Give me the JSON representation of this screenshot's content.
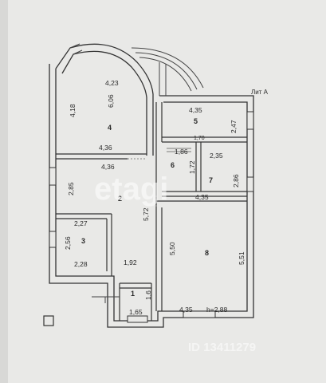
{
  "plan": {
    "lit_label": "Лит А",
    "height_note": "h=2,88",
    "rooms": [
      {
        "id": "room-1",
        "number": "1"
      },
      {
        "id": "room-2",
        "number": "2"
      },
      {
        "id": "room-3",
        "number": "3"
      },
      {
        "id": "room-4",
        "number": "4"
      },
      {
        "id": "room-5",
        "number": "5"
      },
      {
        "id": "room-6",
        "number": "6"
      },
      {
        "id": "room-7",
        "number": "7"
      },
      {
        "id": "room-8",
        "number": "8"
      }
    ],
    "dimensions": {
      "r4_top": "4,23",
      "r4_height": "6,06",
      "r4_left": "4,18",
      "r4_bottom": "4,36",
      "r5_top": "4,35",
      "r5_right": "2,47",
      "r5_bottom": "1,70",
      "r6_top": "1,86",
      "r6_side": "1,72",
      "r7_top": "2,35",
      "r7_right": "2,86",
      "r2_top": "4,36",
      "r2_left": "2,85",
      "r2_right": "5,72",
      "r2_bottom": "1,92",
      "r3_top": "2,27",
      "r3_left": "2,56",
      "r3_bottom": "2,28",
      "r8_top": "4,35",
      "r8_left": "5,50",
      "r8_right": "5,51",
      "r8_bottom": "4,35",
      "r1_side": "1,6",
      "r1_bottom": "1,65"
    }
  },
  "watermark": {
    "logo": "etagi",
    "listing": "ID 13411279"
  }
}
